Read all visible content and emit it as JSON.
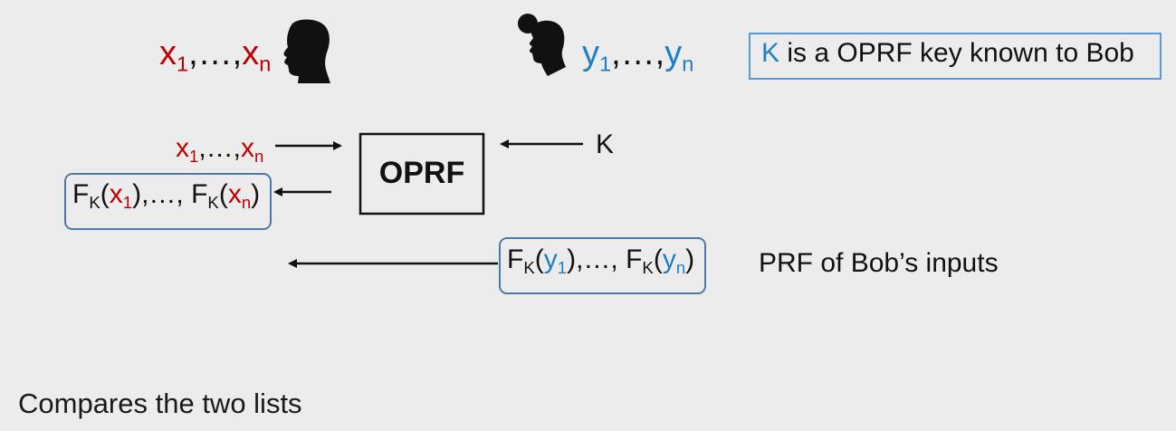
{
  "alice_inputs": {
    "var": "x",
    "sub_first": "1",
    "sep": ",…,",
    "var2": "x",
    "sub_last": "n"
  },
  "bob_inputs": {
    "var": "y",
    "sub_first": "1",
    "sep": ",…,",
    "var2": "y",
    "sub_last": "n"
  },
  "key_note": {
    "key_symbol": "K",
    "text": " is a OPRF key known to Bob"
  },
  "oprf": {
    "label": "OPRF",
    "key_in": "K"
  },
  "alice_query": {
    "var": "x",
    "sub_first": "1",
    "sep": ",…,",
    "var2": "x",
    "sub_last": "n"
  },
  "alice_result": {
    "f": "F",
    "k": "K",
    "arg1": "x",
    "sub1": "1",
    "mid": "),…, ",
    "f2": "F",
    "k2": "K",
    "arg2": "x",
    "sub2": "n",
    "close1": "(",
    "close2": ")"
  },
  "bob_result": {
    "f": "F",
    "k": "K",
    "arg1": "y",
    "sub1": "1",
    "mid": "),…, ",
    "f2": "F",
    "k2": "K",
    "arg2": "y",
    "sub2": "n",
    "open": "(",
    "close": ")"
  },
  "bob_result_caption": "PRF of Bob’s inputs",
  "footer": "Compares the two lists",
  "icons": {
    "alice": "male-head-silhouette-icon",
    "bob": "female-head-silhouette-icon"
  },
  "colors": {
    "alice": "#c00000",
    "bob": "#1f7fc6",
    "box_border": "#4a7aa8",
    "key_box_border": "#5b9bd5"
  }
}
